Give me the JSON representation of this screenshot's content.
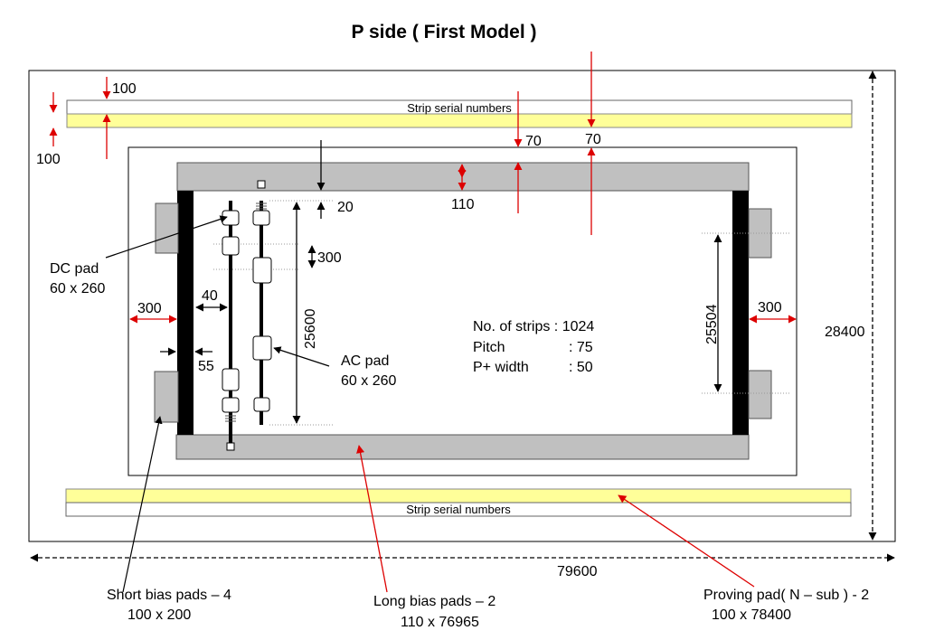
{
  "title": "P side ( First Model )",
  "strip_serial_numbers_top": "Strip serial numbers",
  "strip_serial_numbers_bottom": "Strip serial numbers",
  "dimensions": {
    "d100_top": "100",
    "d100_left": "100",
    "d70_a": "70",
    "d70_b": "70",
    "d110": "110",
    "d20": "20",
    "d300_pitch": "300",
    "d300_left": "300",
    "d300_right": "300",
    "d40": "40",
    "d55": "55",
    "d25600": "25600",
    "d25504": "25504",
    "d28400": "28400",
    "d79600": "79600"
  },
  "labels": {
    "dc_pad": "DC pad",
    "dc_pad_size": "60 x 260",
    "ac_pad": "AC pad",
    "ac_pad_size": "60 x 260",
    "short_bias": "Short bias pads – 4",
    "short_bias_size": "100 x 200",
    "long_bias": "Long bias pads – 2",
    "long_bias_size": "110 x 76965",
    "proving": "Proving pad( N – sub ) - 2",
    "proving_size": "100 x 78400"
  },
  "specs": {
    "strips_label": "No. of strips : 1024",
    "pitch_label": "Pitch",
    "pitch_value": ": 75",
    "width_label": "P+ width",
    "width_value": ": 50"
  },
  "colors": {
    "serial_band": "#ffff99",
    "bias_pad": "#c0c0c0",
    "arrow_red": "#dd0000",
    "edge_black": "#000000"
  }
}
